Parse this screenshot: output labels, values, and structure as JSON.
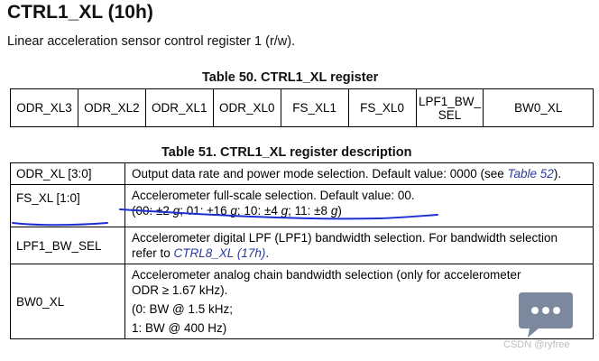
{
  "header": {
    "title": "CTRL1_XL (10h)",
    "subtitle": "Linear acceleration sensor control register 1 (r/w)."
  },
  "register_table": {
    "caption": "Table 50. CTRL1_XL register",
    "bits": [
      "ODR_XL3",
      "ODR_XL2",
      "ODR_XL1",
      "ODR_XL0",
      "FS_XL1",
      "FS_XL0",
      "LPF1_BW_",
      "SEL",
      "BW0_XL"
    ]
  },
  "description_table": {
    "caption": "Table 51. CTRL1_XL register description",
    "rows": [
      {
        "name": "ODR_XL [3:0]",
        "desc": "Output data rate and power mode selection. Default value: 0000 (see ",
        "link": "Table 52",
        "after": ")."
      },
      {
        "name": "FS_XL [1:0]",
        "line1": "Accelerometer full-scale selection. Default value: 00.",
        "line2": {
          "p1": "(00: ±2 ",
          "u1": "g",
          "p2": "; 01: ±16 ",
          "u2": "g",
          "p3": "; 10: ±4 ",
          "u3": "g",
          "p4": "; 11: ±8 ",
          "u4": "g",
          "p5": ")"
        }
      },
      {
        "name": "LPF1_BW_SEL",
        "line1": "Accelerometer digital LPF (LPF1) bandwidth selection. For bandwidth selection",
        "line2_pre": "refer to ",
        "link": "CTRL8_XL (17h)",
        "line2_post": "."
      },
      {
        "name": "BW0_XL",
        "line1": "Accelerometer analog chain bandwidth selection (only for accelerometer",
        "line2": "ODR ≥ 1.67 kHz).",
        "line3": "(0: BW @ 1.5 kHz;",
        "line4": "1: BW @ 400 Hz)"
      }
    ]
  },
  "watermark": "CSDN @ryfree",
  "colors": {
    "annotation_ink": "#1d2fd0",
    "link": "#2a3c9a",
    "chat_bubble": "#6d7b93"
  }
}
